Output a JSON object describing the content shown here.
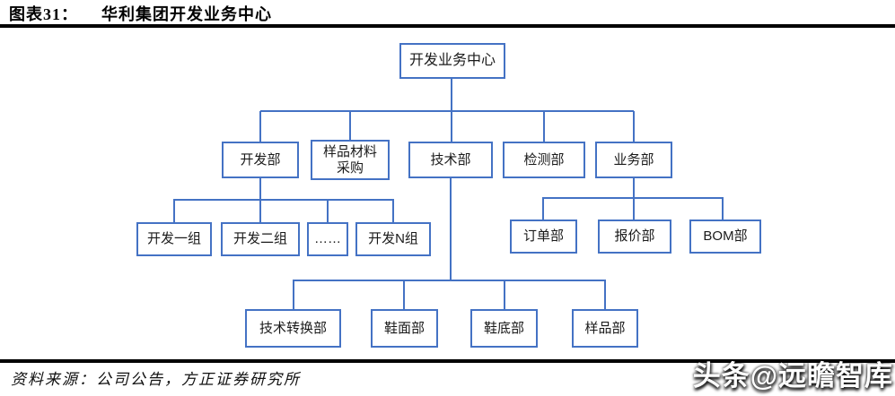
{
  "header": {
    "figure_label": "图表31：",
    "figure_title": "华利集团开发业务中心"
  },
  "org_chart": {
    "root": "开发业务中心",
    "level2": [
      "开发部",
      "样品材料采购",
      "技术部",
      "检测部",
      "业务部"
    ],
    "dev_children": [
      "开发一组",
      "开发二组",
      "……",
      "开发N组"
    ],
    "business_children": [
      "订单部",
      "报价部",
      "BOM部"
    ],
    "tech_children": [
      "技术转换部",
      "鞋面部",
      "鞋底部",
      "样品部"
    ]
  },
  "footer": {
    "source": "资料来源：公司公告，方正证券研究所"
  },
  "watermark": "头条@远瞻智库",
  "colors": {
    "connector": "#4472C4",
    "rule": "#000000",
    "boxtext": "#1a1a1a"
  }
}
